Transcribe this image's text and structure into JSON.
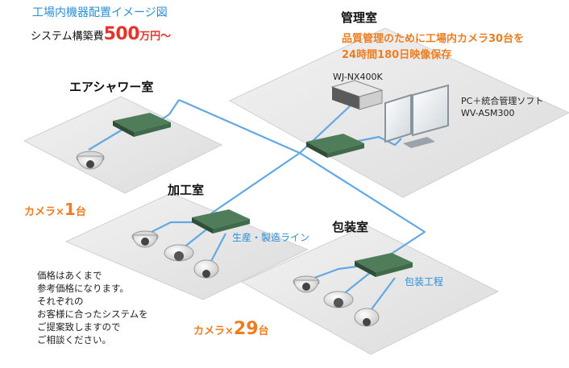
{
  "header": {
    "title": "工場内機器配置イメージ図",
    "cost_prefix": "システム構築費",
    "cost_number": "500",
    "cost_unit": "万円～"
  },
  "rooms": {
    "air_shower": {
      "name": "エアシャワー室",
      "camera_prefix": "カメラ×",
      "camera_count": "1",
      "camera_unit": "台"
    },
    "management": {
      "name": "管理室",
      "description_line1": "品質管理のために工場内カメラ30台を",
      "description_line2": "24時間180日映像保存",
      "recorder_label": "WJ-NX400K",
      "pc_label_line1": "PC＋統合管理ソフト",
      "pc_label_line2": "WV-ASM300"
    },
    "processing": {
      "name": "加工室",
      "line_label": "生産・製造ライン"
    },
    "packaging": {
      "name": "包装室",
      "process_label": "包装工程"
    }
  },
  "total_cameras": {
    "prefix": "カメラ×",
    "count": "29",
    "unit": "台"
  },
  "note": {
    "lines": [
      "価格はあくまで",
      "参考価格になります。",
      "それぞれの",
      "お客様に合ったシステムを",
      "ご提案致しますので",
      "ご相談ください。"
    ]
  },
  "colors": {
    "title_blue": "#2a8fd6",
    "accent_orange": "#ee7d20",
    "cost_red": "#e8332a",
    "cable_blue": "#62a8e4",
    "floor_gray": "#e6e6e6",
    "switch_green": "#3f6b4a"
  }
}
